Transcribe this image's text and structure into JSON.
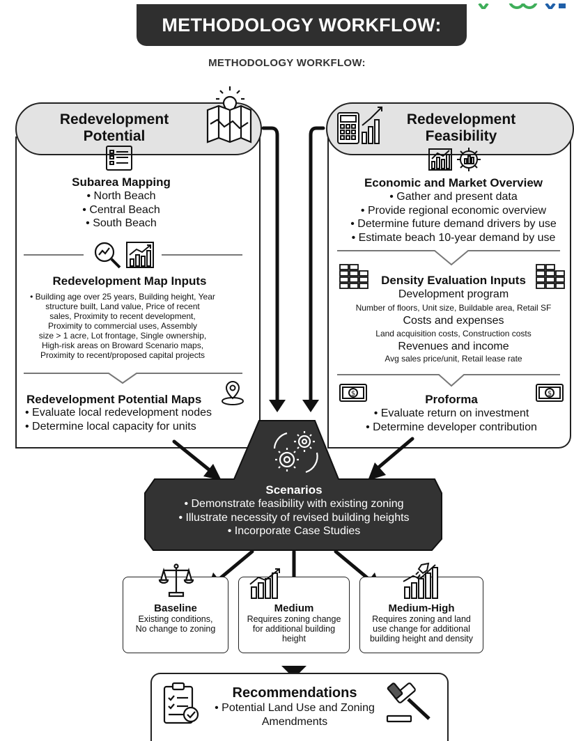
{
  "header": {
    "banner_title": "METHODOLOGY WORKFLOW:",
    "subtitle": "METHODOLOGY WORKFLOW:"
  },
  "left_panel": {
    "title": "Redevelopment Potential",
    "subarea": {
      "heading": "Subarea Mapping",
      "items": [
        "North Beach",
        "Central Beach",
        "South Beach"
      ]
    },
    "map_inputs": {
      "heading": "Redevelopment Map Inputs",
      "lines": [
        "• Building age over 25 years, Building height, Year",
        "structure built, Land value, Price of recent",
        "sales, Proximity to recent development,",
        "Proximity to commercial uses, Assembly",
        "size  > 1 acre, Lot frontage, Single ownership,",
        "High-risk areas on Broward Scenario maps,",
        "Proximity to recent/proposed capital projects"
      ]
    },
    "potential_maps": {
      "heading": "Redevelopment Potential Maps",
      "items": [
        "Evaluate local redevelopment nodes",
        "Determine local capacity for units"
      ]
    }
  },
  "right_panel": {
    "title": "Redevelopment Feasibility",
    "economic": {
      "heading": "Economic and Market Overview",
      "items": [
        "Gather and present data",
        "Provide regional economic overview",
        "Determine future demand drivers by use",
        "Estimate beach 10-year demand by use"
      ]
    },
    "density": {
      "heading": "Density Evaluation Inputs",
      "program_heading": "Development program",
      "program_detail": "Number of floors, Unit size, Buildable area, Retail SF",
      "costs_heading": "Costs and expenses",
      "costs_detail": "Land acquisition costs, Construction costs",
      "revenue_heading": "Revenues and income",
      "revenue_detail": "Avg sales price/unit, Retail lease rate"
    },
    "proforma": {
      "heading": "Proforma",
      "items": [
        "Evaluate return on investment",
        "Determine developer contribution"
      ]
    }
  },
  "scenarios": {
    "heading": "Scenarios",
    "items": [
      "Demonstrate feasibility with existing zoning",
      "Illustrate necessity of revised building heights",
      "Incorporate Case Studies"
    ]
  },
  "options": [
    {
      "title": "Baseline",
      "desc": [
        "Existing conditions,",
        "No change to zoning"
      ]
    },
    {
      "title": "Medium",
      "desc": [
        "Requires zoning change",
        "for additional building",
        "height"
      ]
    },
    {
      "title": "Medium-High",
      "desc": [
        "Requires zoning and land",
        "use change for additional",
        "building height and density"
      ]
    }
  ],
  "recommendations": {
    "heading": "Recommendations",
    "lines": [
      "• Potential Land Use and Zoning",
      "Amendments"
    ]
  },
  "colors": {
    "banner": "#2f2f2f",
    "pill": "#e3e3e3",
    "scenario_shape": "#333333",
    "brand_green": "#3fae5a",
    "brand_blue": "#1f5fa8"
  }
}
